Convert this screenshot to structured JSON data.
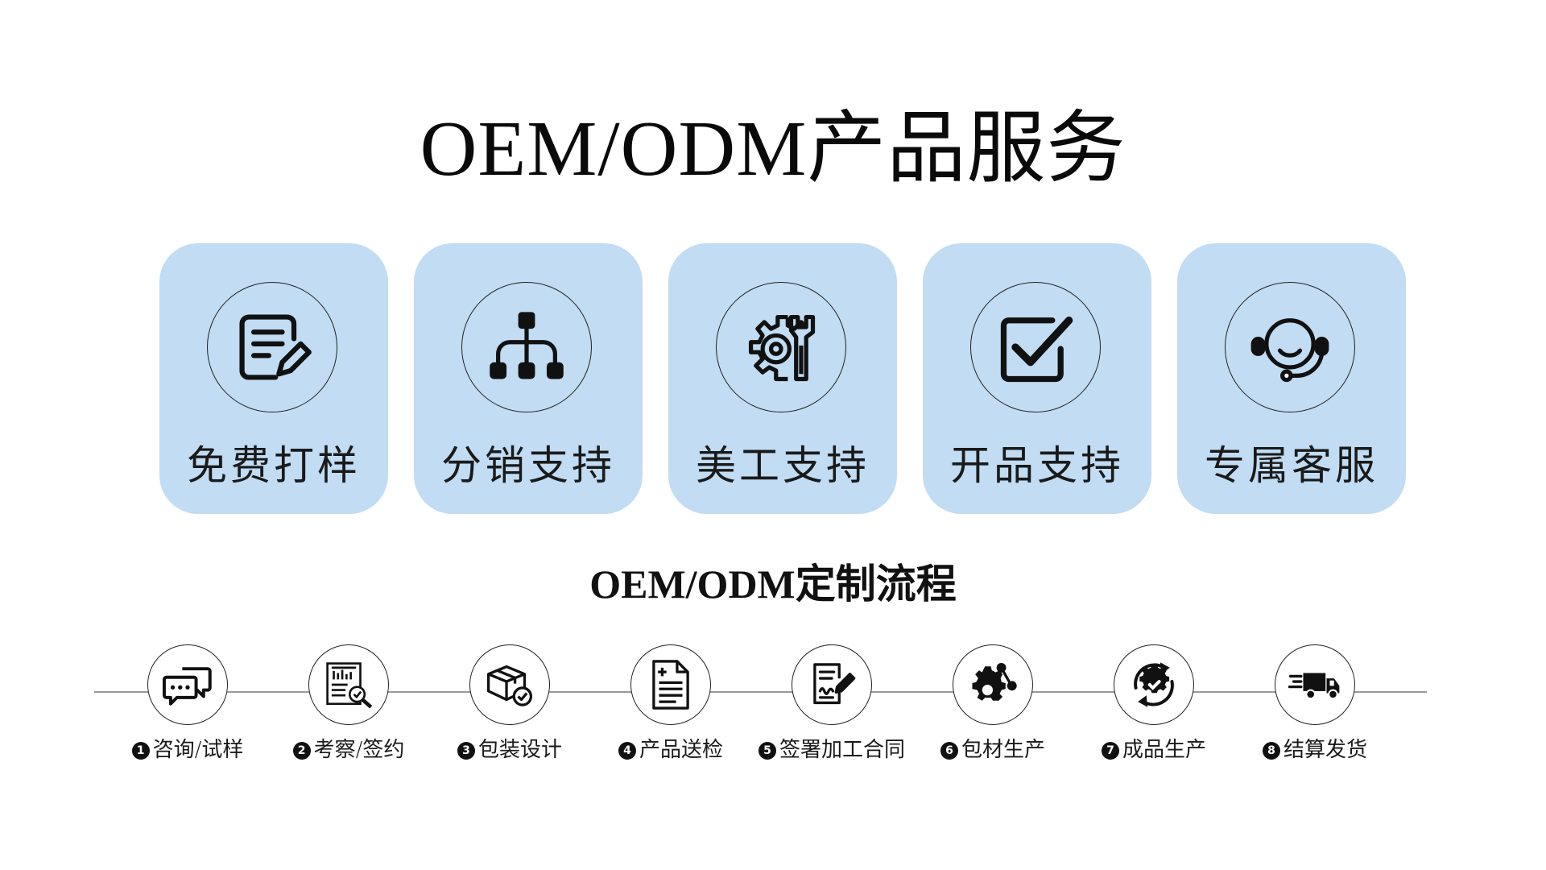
{
  "title": "OEM/ODM产品服务",
  "services": [
    {
      "label": "免费打样",
      "icon": "document-edit-icon"
    },
    {
      "label": "分销支持",
      "icon": "hierarchy-icon"
    },
    {
      "label": "美工支持",
      "icon": "gear-wrench-icon"
    },
    {
      "label": "开品支持",
      "icon": "checkbox-icon"
    },
    {
      "label": "专属客服",
      "icon": "headset-icon"
    }
  ],
  "subtitle": "OEM/ODM定制流程",
  "steps": [
    {
      "num": "1",
      "label": "咨询/试样",
      "icon": "chat-bubbles-icon"
    },
    {
      "num": "2",
      "label": "考察/签约",
      "icon": "report-search-icon"
    },
    {
      "num": "3",
      "label": "包装设计",
      "icon": "package-check-icon"
    },
    {
      "num": "4",
      "label": "产品送检",
      "icon": "document-list-icon"
    },
    {
      "num": "5",
      "label": "签署加工合同",
      "icon": "contract-sign-icon"
    },
    {
      "num": "6",
      "label": "包材生产",
      "icon": "gear-network-icon"
    },
    {
      "num": "7",
      "label": "成品生产",
      "icon": "gear-cycle-icon"
    },
    {
      "num": "8",
      "label": "结算发货",
      "icon": "delivery-truck-icon"
    }
  ]
}
